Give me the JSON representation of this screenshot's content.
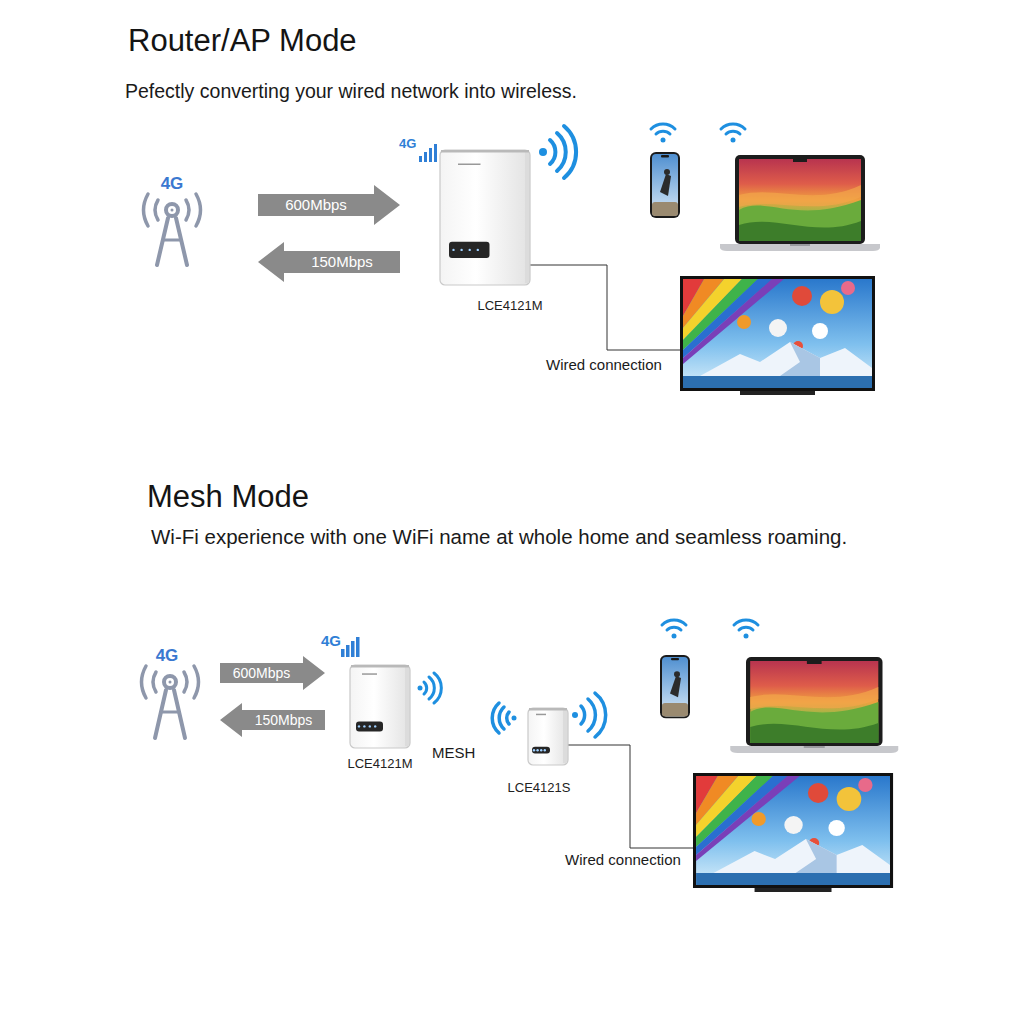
{
  "diagram": {
    "title": "Router/AP Mode",
    "nodes": [
      {
        "text": [
          "4G"
        ]
      },
      {
        "text": [
          "LCE4121M"
        ]
      },
      {
        "text": [
          "4G"
        ]
      },
      {
        "text": [
          "LCE4121M"
        ]
      },
      {
        "text": [
          "LCE4121S"
        ]
      }
    ],
    "edges": [
      {
        "from": 0,
        "to": 1,
        "label": "600Mbps",
        "arrow": "to"
      },
      {
        "from": 1,
        "to": 0,
        "label": "150Mbps",
        "arrow": "to"
      },
      {
        "from": 2,
        "to": 3,
        "label": "600Mbps",
        "arrow": "to"
      },
      {
        "from": 3,
        "to": 2,
        "label": "150Mbps",
        "arrow": "to"
      }
    ],
    "labels": [
      "Pefectly converting your wired network into wireless.",
      "4G",
      "Wired connection",
      "Mesh Mode",
      "Wi-Fi experience with one WiFi name at whole home and seamless roaming.",
      "4G",
      "MESH",
      "Wired connection"
    ]
  }
}
